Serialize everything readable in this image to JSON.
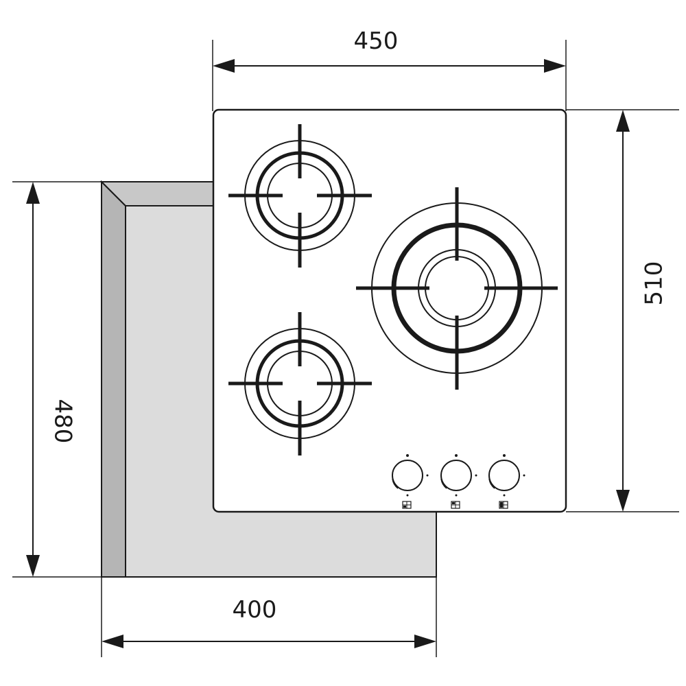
{
  "dimensions": {
    "width_top": "450",
    "height_right": "510",
    "height_left": "480",
    "width_bottom": "400"
  },
  "hob": {
    "burners": [
      {
        "id": "top-left",
        "size": "medium"
      },
      {
        "id": "bottom-left",
        "size": "medium"
      },
      {
        "id": "right",
        "size": "large"
      }
    ],
    "knobs": [
      {
        "id": "knob-1",
        "icon": "burner-position-icon"
      },
      {
        "id": "knob-2",
        "icon": "burner-position-icon"
      },
      {
        "id": "knob-3",
        "icon": "burner-position-icon"
      }
    ]
  },
  "colors": {
    "line": "#1a1a1a",
    "cutout_fill": "#dcdcdc",
    "cutout_side": "#b5b5b5"
  }
}
